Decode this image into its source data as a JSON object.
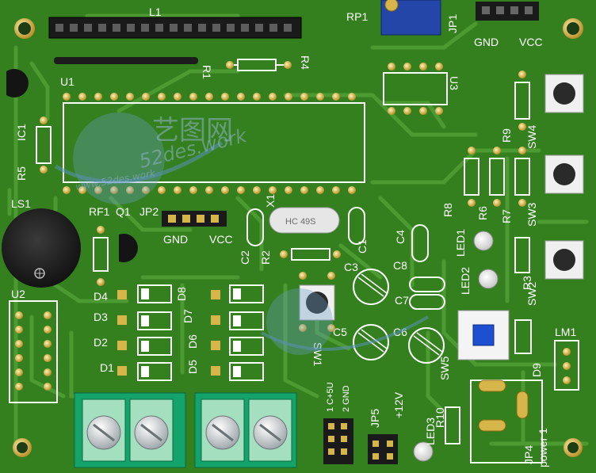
{
  "board": {
    "labels": {
      "l1": "L1",
      "rp1": "RP1",
      "jp1": "JP1",
      "gnd_top": "GND",
      "vcc_top": "VCC",
      "r1": "R1",
      "r4": "R4",
      "u1": "U1",
      "u3": "U3",
      "ic1": "IC1",
      "r5": "R5",
      "ls1": "LS1",
      "rf1": "RF1",
      "q1": "Q1",
      "jp2": "JP2",
      "gnd_mid": "GND",
      "vcc_mid": "VCC",
      "x1": "X1",
      "crystal": "HC 49S",
      "c2": "C2",
      "r2": "R2",
      "c1": "C1",
      "c3": "C3",
      "c4": "C4",
      "c8": "C8",
      "c7": "C7",
      "c5": "C5",
      "c6": "C6",
      "r8": "R8",
      "r6": "R6",
      "r7": "R7",
      "r9": "R9",
      "sw4": "SW4",
      "sw3": "SW3",
      "sw2": "SW2",
      "sw1": "SW1",
      "sw5": "SW5",
      "led1": "LED1",
      "led2": "LED2",
      "led3": "LED3",
      "r3": "R3",
      "r10": "R10",
      "lm1": "LM1",
      "d9": "D9",
      "u2": "U2",
      "d4": "D4",
      "d3": "D3",
      "d2": "D2",
      "d1": "D1",
      "d8": "D8",
      "d7": "D7",
      "d6": "D6",
      "d5": "D5",
      "jp5": "JP5",
      "plus12v": "+12V",
      "pin_1": "1 C+5U",
      "pin_2": "2 GND",
      "jp4": "JP4",
      "power1": "power 1"
    },
    "watermark": {
      "chinese": "艺图网",
      "url": "52des.work",
      "url_small": "www.52des.work"
    }
  }
}
